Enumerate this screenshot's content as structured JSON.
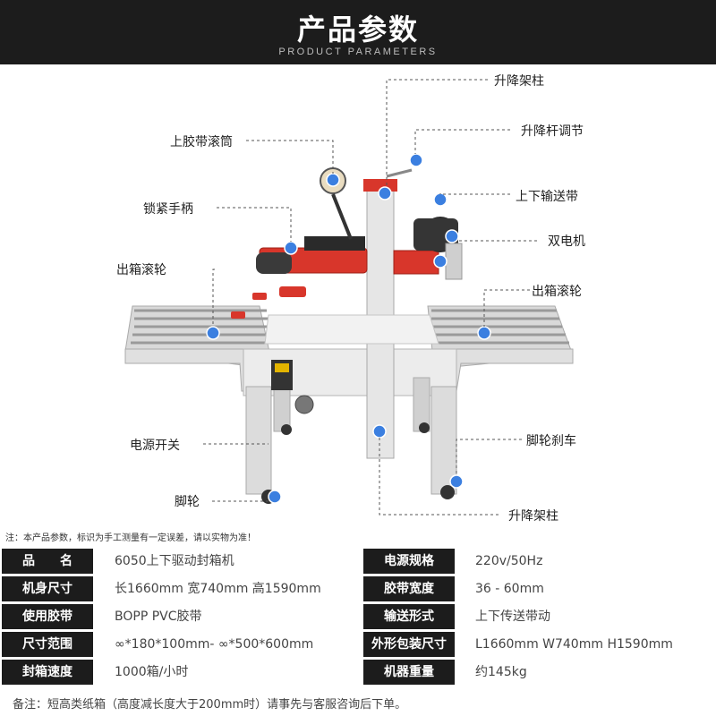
{
  "header": {
    "title": "产品参数",
    "subtitle": "PRODUCT PARAMETERS"
  },
  "callouts": {
    "lift_column_top": "升降架柱",
    "lift_rod_adjust": "升降杆调节",
    "top_tape_roller": "上胶带滚筒",
    "lock_handle": "锁紧手柄",
    "conveyor_belt": "上下输送带",
    "dual_motor": "双电机",
    "exit_roller_left": "出箱滚轮",
    "exit_roller_right": "出箱滚轮",
    "power_switch": "电源开关",
    "wheel_brake": "脚轮刹车",
    "caster": "脚轮",
    "lift_column_bottom": "升降架柱"
  },
  "note": "注：本产品参数，标识为手工测量有一定误差，请以实物为准！",
  "specs": [
    {
      "label": "品　　名",
      "value": "6050上下驱动封箱机",
      "label2": "电源规格",
      "value2": "220v/50Hz"
    },
    {
      "label": "机身尺寸",
      "value": "长1660mm 宽740mm 高1590mm",
      "label2": "胶带宽度",
      "value2": "36 - 60mm"
    },
    {
      "label": "使用胶带",
      "value": "BOPP  PVC胶带",
      "label2": "输送形式",
      "value2": "上下传送带动"
    },
    {
      "label": "尺寸范围",
      "value": "∞*180*100mm- ∞*500*600mm",
      "label2": "外形包装尺寸",
      "value2": "L1660mm  W740mm  H1590mm"
    },
    {
      "label": "封箱速度",
      "value": "1000箱/小时",
      "label2": "机器重量",
      "value2": "约145kg"
    }
  ],
  "footer": "备注：短高类纸箱（高度减长度大于200mm时）请事先与客服咨询后下单。",
  "colors": {
    "header_bg": "#1c1c1c",
    "accent_red": "#d8362b",
    "marker_blue": "#3b7fe0"
  }
}
